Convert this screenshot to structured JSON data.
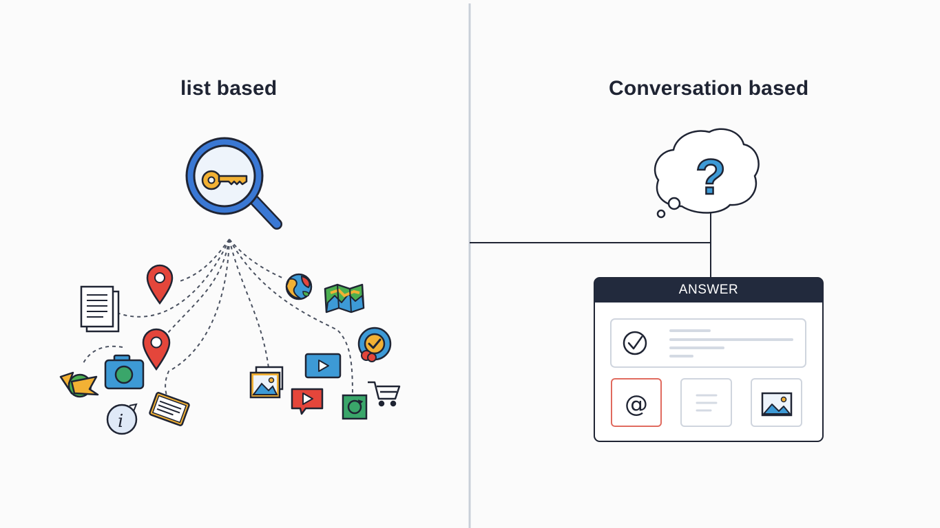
{
  "panels": {
    "left": {
      "title": "list based",
      "center_icon": "magnifier-key-icon",
      "result_icons": [
        "document-icon",
        "map-pin-icon",
        "globe-icon",
        "folded-map-icon",
        "camera-icon",
        "checkmark-badge-icon",
        "ribbon-icon",
        "info-icon",
        "card-icon",
        "image-gallery-icon",
        "video-play-icon",
        "video-message-icon",
        "refresh-icon",
        "shopping-cart-icon"
      ]
    },
    "right": {
      "title": "Conversation based",
      "thought_icon": "question-cloud-icon",
      "answer_card": {
        "header": "ANSWER",
        "tiles": [
          "check-circle-icon",
          "at-sign-icon",
          "text-lines-icon",
          "image-icon"
        ]
      }
    }
  },
  "colors": {
    "ink": "#1f2433",
    "divider": "#c9cfd8",
    "answer_header": "#222a3d",
    "question": "#3d9ad6",
    "key": "#f2b134",
    "magnifier": "#3a78d4",
    "pin_red": "#e4463b",
    "at_border": "#e06a5e"
  }
}
